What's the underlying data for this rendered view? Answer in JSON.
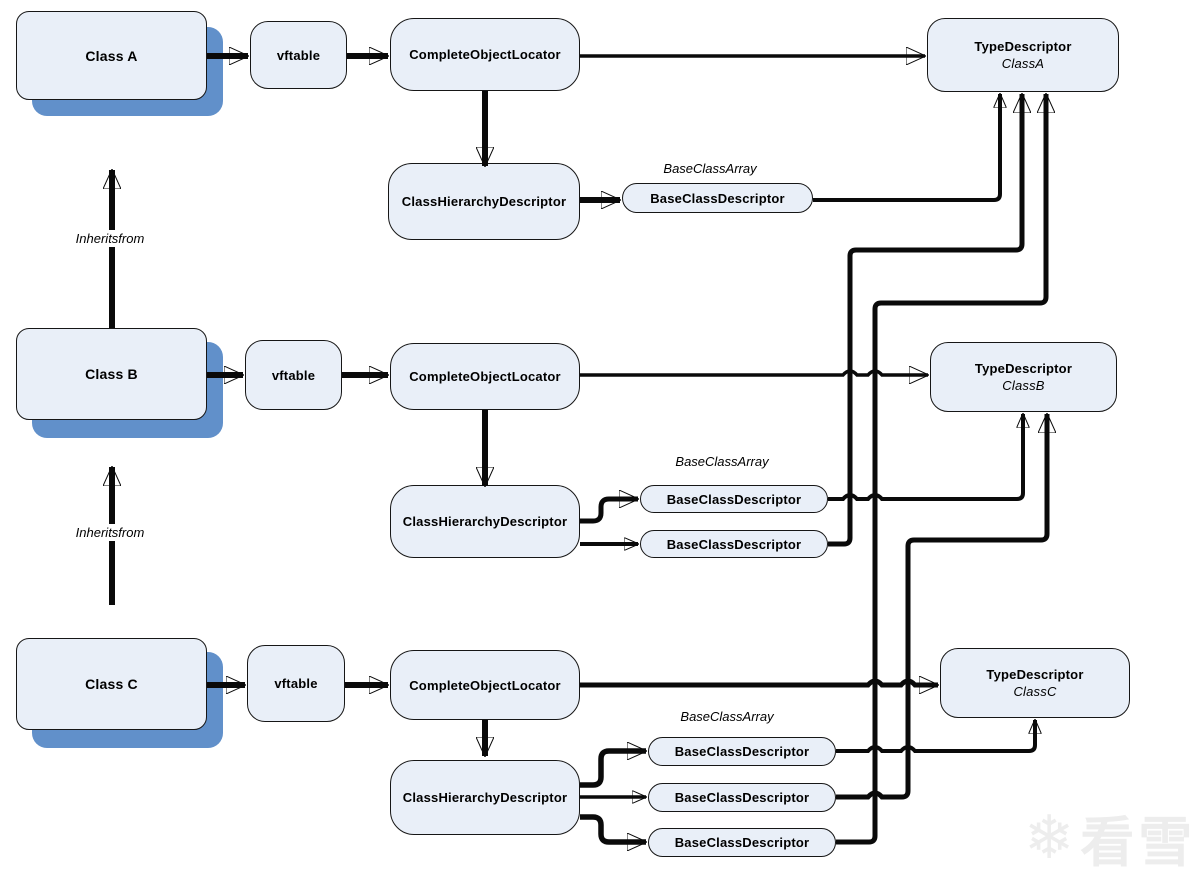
{
  "labels": {
    "inherits": "Inheritsfrom",
    "base_class_array": "BaseClassArray"
  },
  "rows": [
    {
      "class_name": "Class A",
      "vftable": "vftable",
      "complete_object_locator": "CompleteObjectLocator",
      "class_hierarchy_descriptor": "ClassHierarchyDescriptor",
      "bcds": [
        "BaseClassDescriptor"
      ],
      "type_descriptor_title": "TypeDescriptor",
      "type_descriptor_class": "ClassA"
    },
    {
      "class_name": "Class B",
      "vftable": "vftable",
      "complete_object_locator": "CompleteObjectLocator",
      "class_hierarchy_descriptor": "ClassHierarchyDescriptor",
      "bcds": [
        "BaseClassDescriptor",
        "BaseClassDescriptor"
      ],
      "type_descriptor_title": "TypeDescriptor",
      "type_descriptor_class": "ClassB"
    },
    {
      "class_name": "Class C",
      "vftable": "vftable",
      "complete_object_locator": "CompleteObjectLocator",
      "class_hierarchy_descriptor": "ClassHierarchyDescriptor",
      "bcds": [
        "BaseClassDescriptor",
        "BaseClassDescriptor",
        "BaseClassDescriptor"
      ],
      "type_descriptor_title": "TypeDescriptor",
      "type_descriptor_class": "ClassC"
    }
  ],
  "edges": [
    {
      "from": "Class A",
      "to": "vftable(A)"
    },
    {
      "from": "vftable(A)",
      "to": "CompleteObjectLocator(A)"
    },
    {
      "from": "CompleteObjectLocator(A)",
      "to": "TypeDescriptor ClassA"
    },
    {
      "from": "CompleteObjectLocator(A)",
      "to": "ClassHierarchyDescriptor(A)"
    },
    {
      "from": "ClassHierarchyDescriptor(A)",
      "to": "BaseClassDescriptor(A,0)"
    },
    {
      "from": "BaseClassDescriptor(A,0)",
      "to": "TypeDescriptor ClassA"
    },
    {
      "from": "Class B",
      "to": "Class A",
      "label": "Inheritsfrom"
    },
    {
      "from": "Class B",
      "to": "vftable(B)"
    },
    {
      "from": "vftable(B)",
      "to": "CompleteObjectLocator(B)"
    },
    {
      "from": "CompleteObjectLocator(B)",
      "to": "TypeDescriptor ClassB"
    },
    {
      "from": "CompleteObjectLocator(B)",
      "to": "ClassHierarchyDescriptor(B)"
    },
    {
      "from": "ClassHierarchyDescriptor(B)",
      "to": "BaseClassDescriptor(B,0)"
    },
    {
      "from": "ClassHierarchyDescriptor(B)",
      "to": "BaseClassDescriptor(B,1)"
    },
    {
      "from": "BaseClassDescriptor(B,0)",
      "to": "TypeDescriptor ClassB"
    },
    {
      "from": "BaseClassDescriptor(B,1)",
      "to": "TypeDescriptor ClassA"
    },
    {
      "from": "Class C",
      "to": "Class B",
      "label": "Inheritsfrom"
    },
    {
      "from": "Class C",
      "to": "vftable(C)"
    },
    {
      "from": "vftable(C)",
      "to": "CompleteObjectLocator(C)"
    },
    {
      "from": "CompleteObjectLocator(C)",
      "to": "TypeDescriptor ClassC"
    },
    {
      "from": "CompleteObjectLocator(C)",
      "to": "ClassHierarchyDescriptor(C)"
    },
    {
      "from": "ClassHierarchyDescriptor(C)",
      "to": "BaseClassDescriptor(C,0)"
    },
    {
      "from": "ClassHierarchyDescriptor(C)",
      "to": "BaseClassDescriptor(C,1)"
    },
    {
      "from": "ClassHierarchyDescriptor(C)",
      "to": "BaseClassDescriptor(C,2)"
    },
    {
      "from": "BaseClassDescriptor(C,0)",
      "to": "TypeDescriptor ClassC"
    },
    {
      "from": "BaseClassDescriptor(C,1)",
      "to": "TypeDescriptor ClassB"
    },
    {
      "from": "BaseClassDescriptor(C,2)",
      "to": "TypeDescriptor ClassA"
    }
  ],
  "watermark": {
    "text": "看雪",
    "icon": "snowflake-icon",
    "icon_glyph": "❄"
  },
  "colors": {
    "node_fill": "#e9eff8",
    "node_border": "#161616",
    "connector": "#0a0a0a",
    "class_shadow_blue": "#6190ca",
    "watermark_gray": "#ededed"
  }
}
